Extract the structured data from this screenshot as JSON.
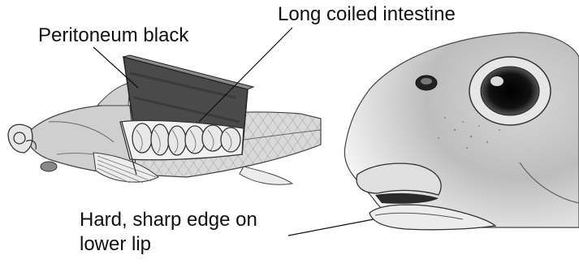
{
  "figure": {
    "labels": {
      "peritoneum": "Peritoneum black",
      "intestine": "Long coiled intestine",
      "lip_line1": "Hard, sharp edge on",
      "lip_line2": "lower lip"
    },
    "colors": {
      "ink": "#111111",
      "peritoneum_fill": "#4a4a4a",
      "body_shading": "#9a9a9a",
      "background": "#ffffff"
    },
    "panels": {
      "left": "dissected-fish-side-view",
      "right": "fish-head-close-up"
    }
  }
}
